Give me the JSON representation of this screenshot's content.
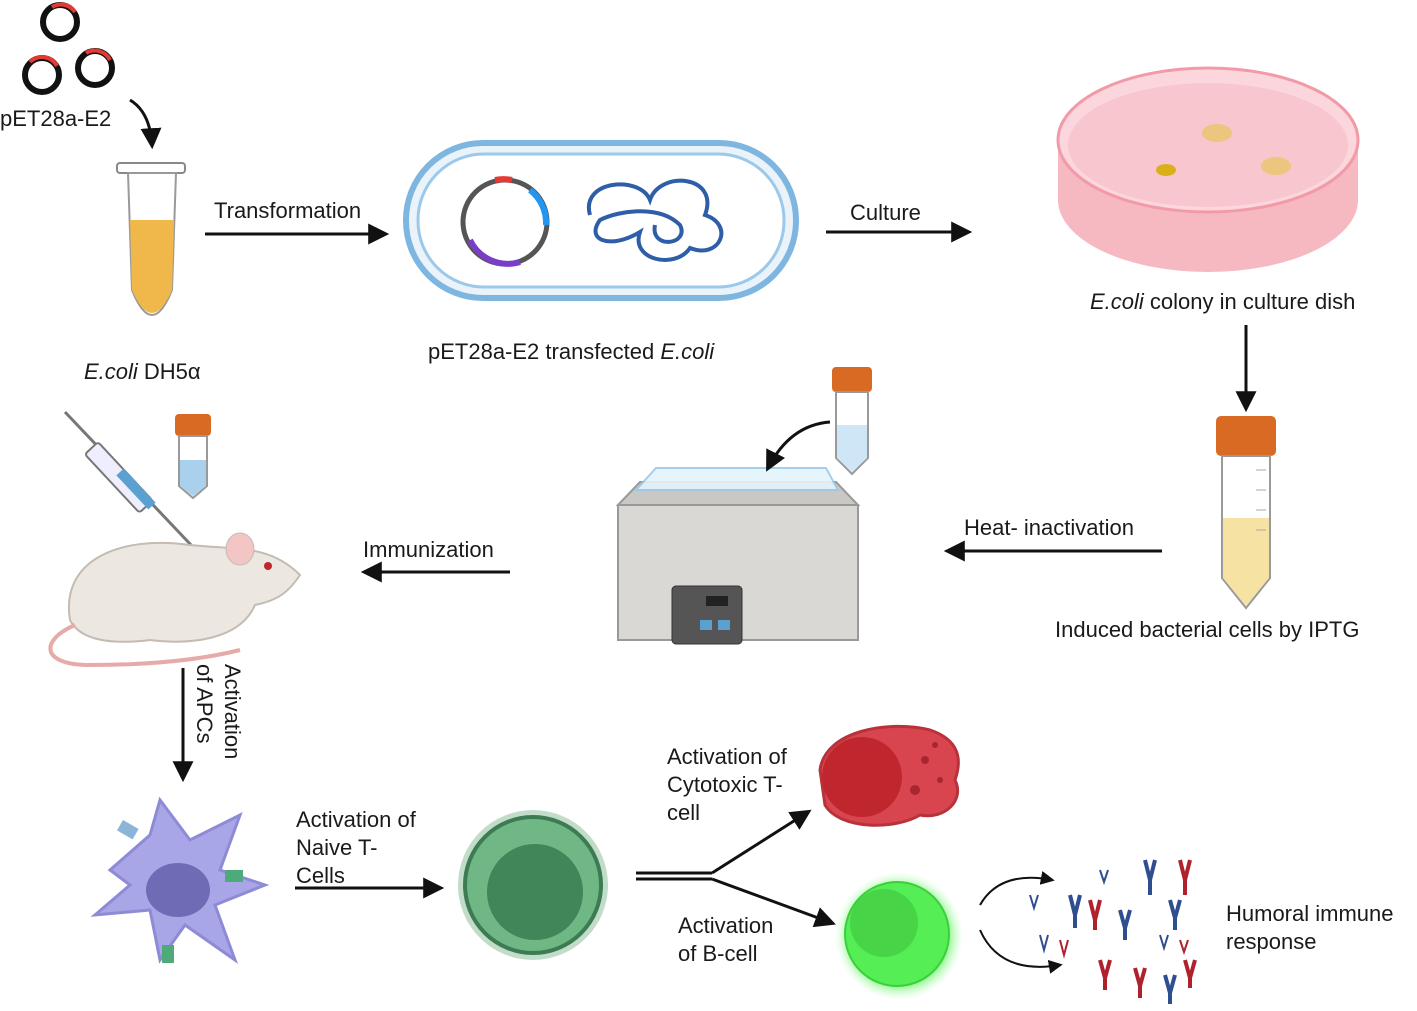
{
  "labels": {
    "plasmid": "pET28a-E2",
    "strain_italic": "E.coli",
    "strain_rest": " DH5α",
    "transformation": "Transformation",
    "transfected_rest": "pET28a-E2 transfected ",
    "transfected_italic": "E.coli",
    "culture": "Culture",
    "colony_italic": "E.coli",
    "colony_rest": " colony in culture dish",
    "induced": "Induced bacterial cells by IPTG",
    "heat": "Heat- inactivation",
    "immunization": "Immunization",
    "apc_activation": "Activation of APCs",
    "naive_t": "Activation of Naive T-Cells",
    "cytotoxic": "Activation of Cytotoxic T-cell",
    "bcell": "Activation of B-cell",
    "humoral": "Humoral immune response"
  },
  "colors": {
    "arrow": "#111111",
    "plasmid_ring": "#111111",
    "plasmid_arrow": "#e53935",
    "tube_liquid": "#f0b84a",
    "bacterium_wall": "#7fb6e0",
    "dna": "#2f5ea8",
    "dish": "#f6b9c2",
    "colony": "#e8c46a",
    "cap": "#d86a24",
    "mouse": "#ece7e1",
    "apc": "#a8a6e6",
    "tcell": "#4f9a67",
    "cytotoxic": "#d9454f",
    "bcell": "#55ee55",
    "antibody_red": "#b0222b",
    "antibody_blue": "#2f4e8f"
  }
}
